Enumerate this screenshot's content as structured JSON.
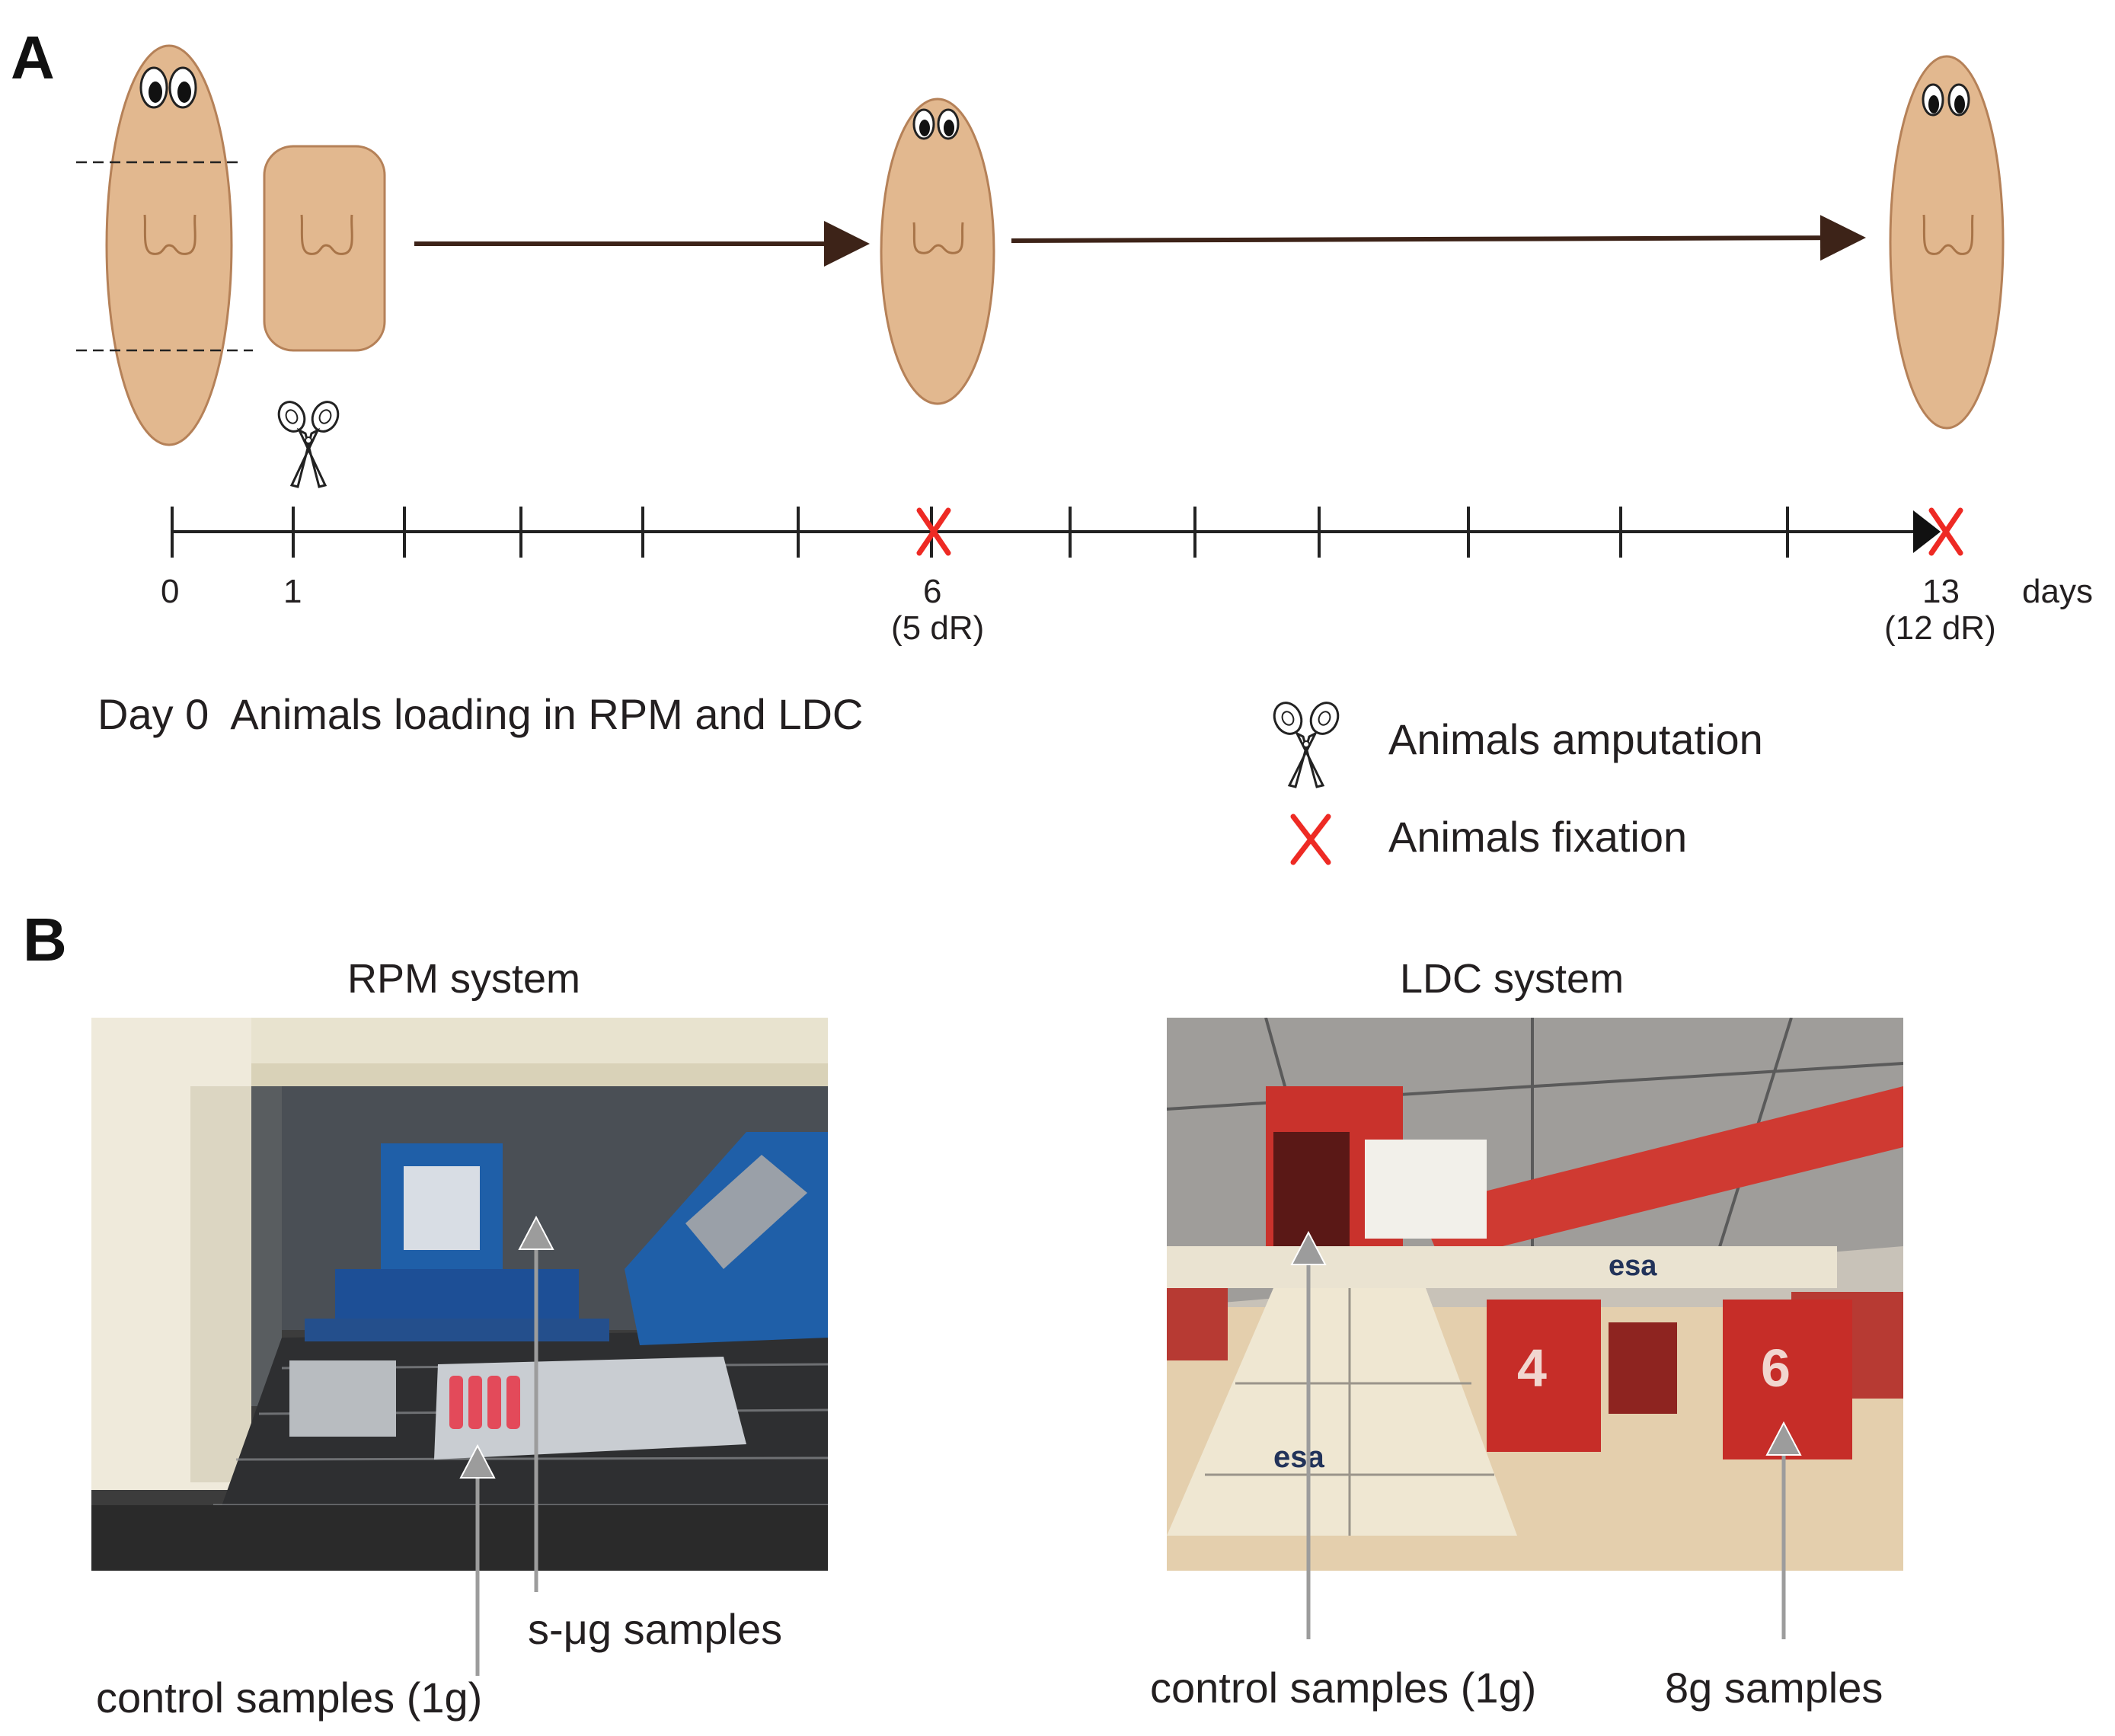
{
  "panel_a": {
    "label": "A",
    "timeline": {
      "ticks": [
        {
          "label": "0",
          "sub": ""
        },
        {
          "label": "1",
          "sub": ""
        },
        {
          "label": "6",
          "sub": "(5 dR)"
        },
        {
          "label": "13",
          "sub": "(12 dR)"
        }
      ],
      "unit": "days"
    },
    "note": "Day 0  Animals loading in RPM and LDC",
    "legend": [
      {
        "icon": "scissors-icon",
        "label": "Animals amputation"
      },
      {
        "icon": "red-x-icon",
        "label": "Animals fixation"
      }
    ],
    "colors": {
      "animal_fill": "#e2b88f",
      "animal_stroke": "#b58158",
      "arrow": "#3d2318",
      "fixation_mark": "#ee2a24"
    }
  },
  "panel_b": {
    "label": "B",
    "rpm": {
      "title": "RPM system",
      "callouts": [
        "s-μg samples",
        "control samples (1g)"
      ]
    },
    "ldc": {
      "title": "LDC system",
      "callouts": [
        "control samples (1g)",
        "8g samples"
      ],
      "gondola_numbers": [
        "4",
        "6"
      ],
      "logo_text": "esa"
    }
  }
}
